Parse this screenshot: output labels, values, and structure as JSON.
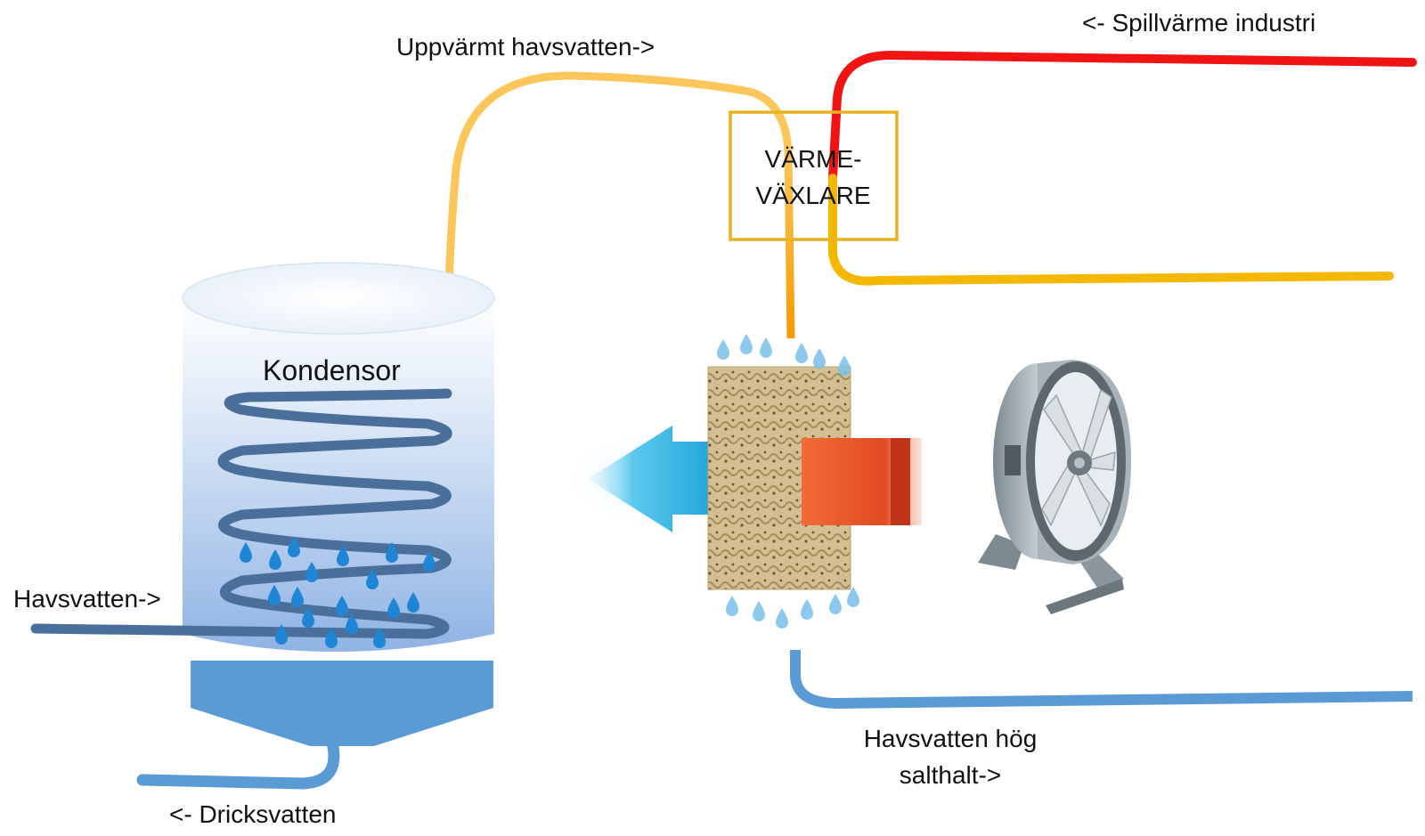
{
  "labels": {
    "spillvarme": "<- Spillvärme industri",
    "uppvarmt": "Uppvärmt havsvatten->",
    "varmevaxlare_line1": "VÄRME-",
    "varmevaxlare_line2": "VÄXLARE",
    "kondensor": "Kondensor",
    "havsvatten_in": "Havsvatten->",
    "havsvatten_hog_line1": "Havsvatten hög",
    "havsvatten_hog_line2": "salthalt->",
    "dricksvatten": "<- Dricksvatten"
  },
  "colors": {
    "hot_pipe": "#f01414",
    "warm_pipe": "#f5b800",
    "heated_seawater_pipe": "#fcc65a",
    "coil_pipe": "#4a6f9a",
    "seawater_pipe": "#5b9bd5",
    "exchanger_box": "#e8b321",
    "cold_arrow": "#2eb0e0",
    "hot_arrow": "#e8542a",
    "pad": "#c9b48c",
    "fan_body": "#9aa5ac"
  }
}
